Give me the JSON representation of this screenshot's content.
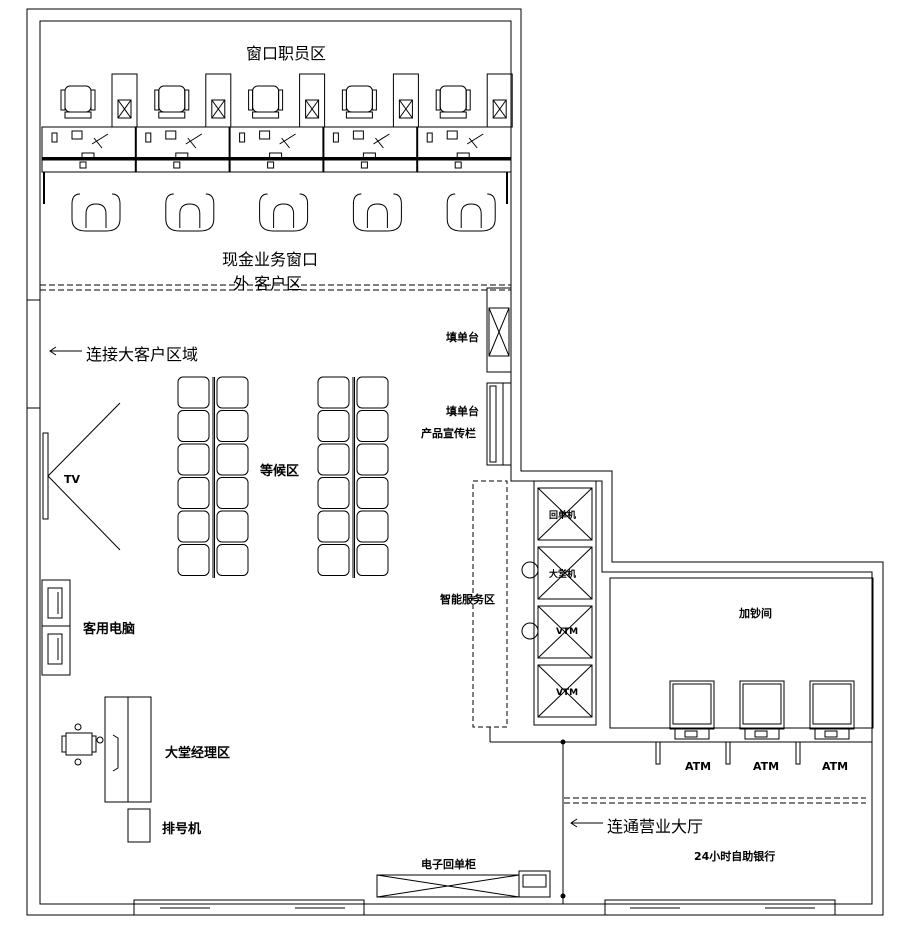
{
  "labels": {
    "teller_staff_area": "窗口职员区",
    "cash_window_line1": "现金业务窗口",
    "cash_window_line2": "外 客户区",
    "connect_vip_area": "连接大客户区域",
    "form_desk_1": "填单台",
    "form_desk_2": "填单台",
    "product_board": "产品宣传栏",
    "tv": "TV",
    "waiting_area": "等候区",
    "guest_computer": "客用电脑",
    "lobby_manager_area": "大堂经理区",
    "queue_machine": "排号机",
    "smart_service_area": "智能服务区",
    "receipt_machine": "回单机",
    "lobby_machine": "大堂机",
    "vtm_1": "VTM",
    "vtm_2": "VTM",
    "cash_room": "加钞间",
    "atm_1": "ATM",
    "atm_2": "ATM",
    "atm_3": "ATM",
    "connect_hall": "连通营业大厅",
    "self_service_24h": "24小时自助银行",
    "e_receipt_cabinet": "电子回单柜"
  }
}
